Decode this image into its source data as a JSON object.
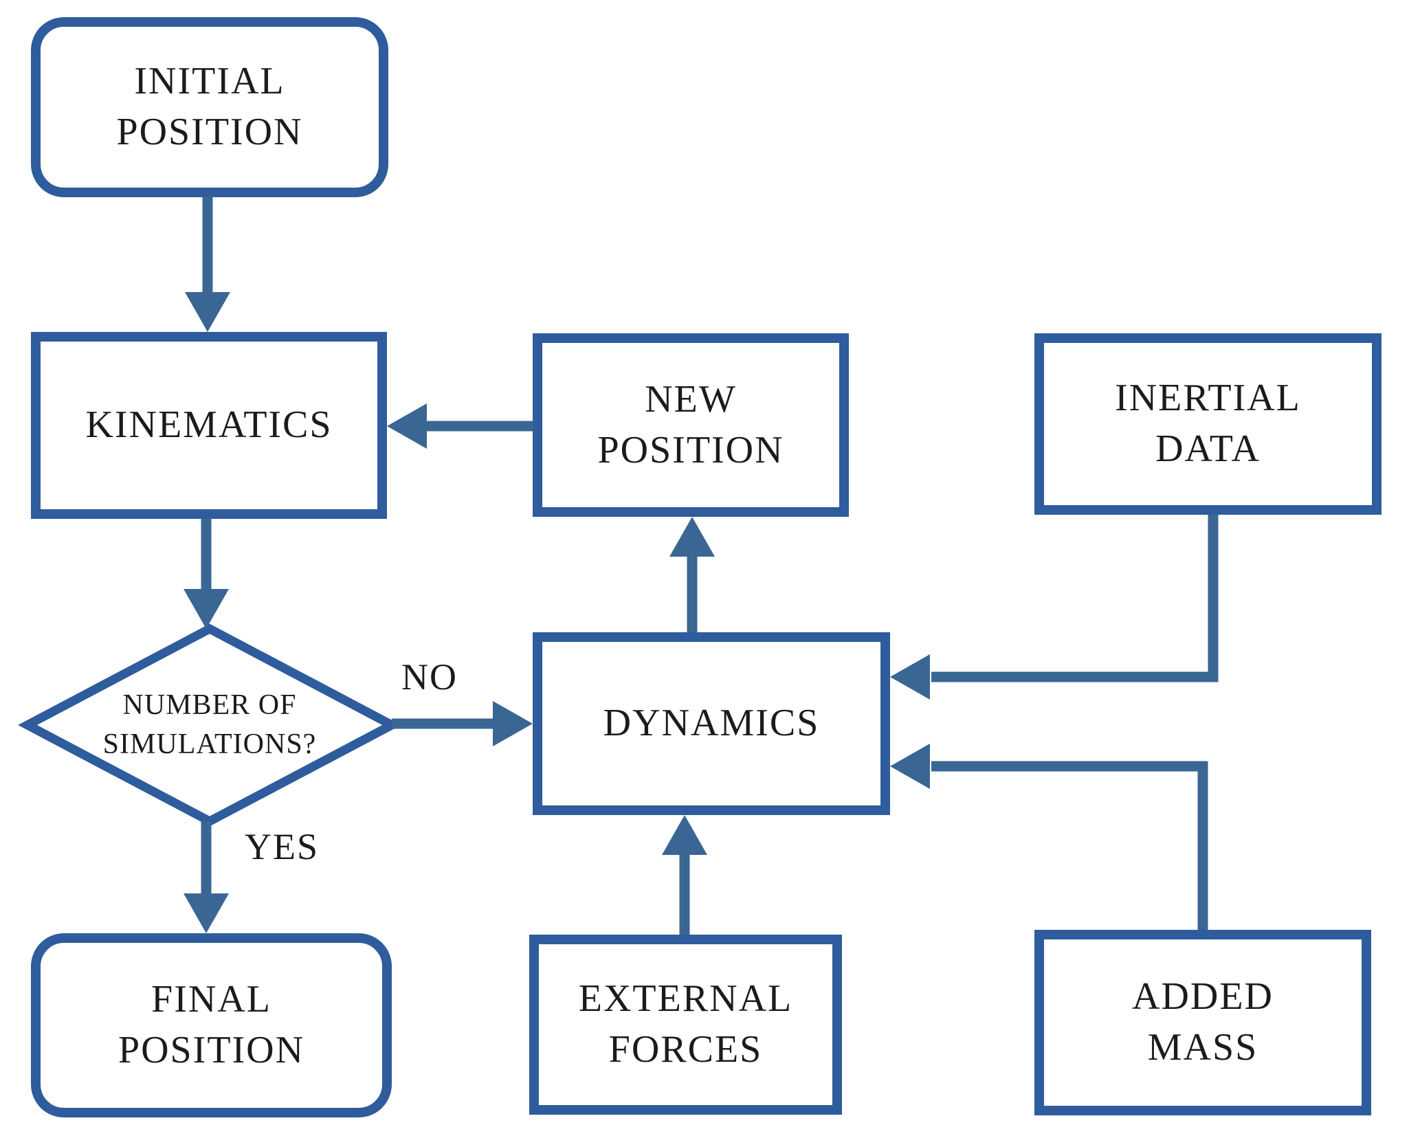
{
  "diagram": {
    "type": "flowchart",
    "colors": {
      "node_border": "#2e5c9c",
      "arrow": "#3a6694",
      "text": "#1b1b1b",
      "background": "#ffffff"
    },
    "nodes": {
      "initial_position": {
        "label": "INITIAL\nPOSITION",
        "shape": "rounded-rect"
      },
      "kinematics": {
        "label": "KINEMATICS",
        "shape": "rect"
      },
      "number_of_simulations": {
        "label": "NUMBER OF\nSIMULATIONS?",
        "shape": "diamond"
      },
      "final_position": {
        "label": "FINAL\nPOSITION",
        "shape": "rounded-rect"
      },
      "new_position": {
        "label": "NEW\nPOSITION",
        "shape": "rect"
      },
      "dynamics": {
        "label": "DYNAMICS",
        "shape": "rect"
      },
      "external_forces": {
        "label": "EXTERNAL\nFORCES",
        "shape": "rect"
      },
      "inertial_data": {
        "label": "INERTIAL\nDATA",
        "shape": "rect"
      },
      "added_mass": {
        "label": "ADDED\nMASS",
        "shape": "rect"
      }
    },
    "edges": [
      {
        "from": "initial_position",
        "to": "kinematics",
        "label": ""
      },
      {
        "from": "kinematics",
        "to": "number_of_simulations",
        "label": ""
      },
      {
        "from": "number_of_simulations",
        "to": "dynamics",
        "label": "NO"
      },
      {
        "from": "number_of_simulations",
        "to": "final_position",
        "label": "YES"
      },
      {
        "from": "new_position",
        "to": "kinematics",
        "label": ""
      },
      {
        "from": "dynamics",
        "to": "new_position",
        "label": ""
      },
      {
        "from": "external_forces",
        "to": "dynamics",
        "label": ""
      },
      {
        "from": "inertial_data",
        "to": "dynamics",
        "label": ""
      },
      {
        "from": "added_mass",
        "to": "dynamics",
        "label": ""
      }
    ]
  }
}
